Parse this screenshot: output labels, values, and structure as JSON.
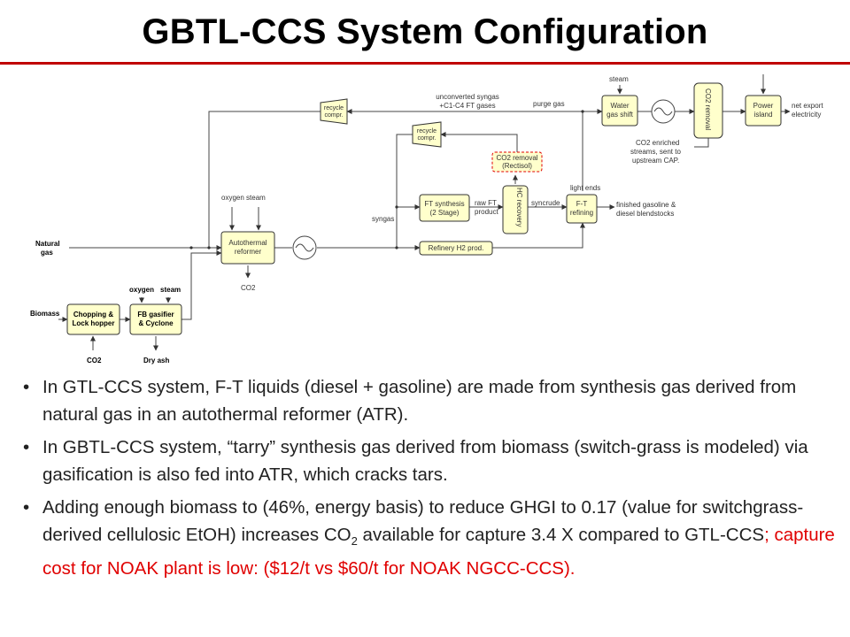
{
  "title": "GBTL-CCS System Configuration",
  "diagram": {
    "inputs": {
      "natural_gas_1": "Natural",
      "natural_gas_2": "gas",
      "biomass": "Biomass"
    },
    "chopping": {
      "line1": "Chopping &",
      "line2": "Lock hopper"
    },
    "gasifier": {
      "line1": "FB gasifier",
      "line2": "& Cyclone"
    },
    "atr": {
      "line1": "Autothermal",
      "line2": "reformer"
    },
    "ft_synthesis": {
      "line1": "FT synthesis",
      "line2": "(2 Stage)"
    },
    "co2_removal_rectisol": {
      "line1": "CO2 removal",
      "line2": "(Rectisol)"
    },
    "hc_recovery": "HC recovery",
    "ft_refining": {
      "line1": "F-T",
      "line2": "refining"
    },
    "refinery_h2": "Refinery H2 prod.",
    "recycle_compr": {
      "line1": "recycle",
      "line2": "compr."
    },
    "water_gas_shift": {
      "line1": "Water",
      "line2": "gas shift"
    },
    "co2_removal": "CO2 removal",
    "power_island": {
      "line1": "Power",
      "line2": "island"
    },
    "labels": {
      "oxygen_steam_atr": "oxygen  steam",
      "oxygen_gasifier": "oxygen",
      "steam_gasifier": "steam",
      "co2_atr": "CO2",
      "co2_biomass": "CO2",
      "dry_ash": "Dry ash",
      "syngas": "syngas",
      "raw_ft_1": "raw FT",
      "raw_ft_2": "product",
      "syncrude": "syncrude",
      "light_ends": "light ends",
      "finished_1": "finished gasoline &",
      "finished_2": "diesel blendstocks",
      "unconverted_1": "unconverted syngas",
      "unconverted_2": "+C1-C4 FT gases",
      "purge_gas": "purge gas",
      "steam_wgs": "steam",
      "co2_enriched_1": "CO2 enriched",
      "co2_enriched_2": "streams, sent to",
      "co2_enriched_3": "upstream CAP.",
      "net_export_1": "net export",
      "net_export_2": "electricity"
    }
  },
  "bullets": [
    {
      "text": "In GTL-CCS system, F-T liquids (diesel + gasoline) are made from synthesis gas derived from natural gas in an autothermal reformer (ATR).",
      "color": "#222222"
    },
    {
      "text": "In GBTL-CCS system, “tarry” synthesis gas derived from biomass (switch-grass is modeled) via gasification is also fed into ATR, which cracks tars.",
      "color": "#e00000"
    },
    {
      "part1": "Adding enough biomass to (46%, energy basis) to reduce GHGI to 0.17 (value for switchgrass-derived cellulosic EtOH) increases CO",
      "sub": "2",
      "part2": " available for capture 3.4 X compared to GTL-CCS",
      "part3": "; capture cost for NOAK plant is low: ($12/t vs $60/t for NOAK NGCC-CCS)."
    }
  ],
  "colors": {
    "box_fill": "#ffffcc",
    "rule": "#c00000",
    "accent_red": "#e00000"
  }
}
